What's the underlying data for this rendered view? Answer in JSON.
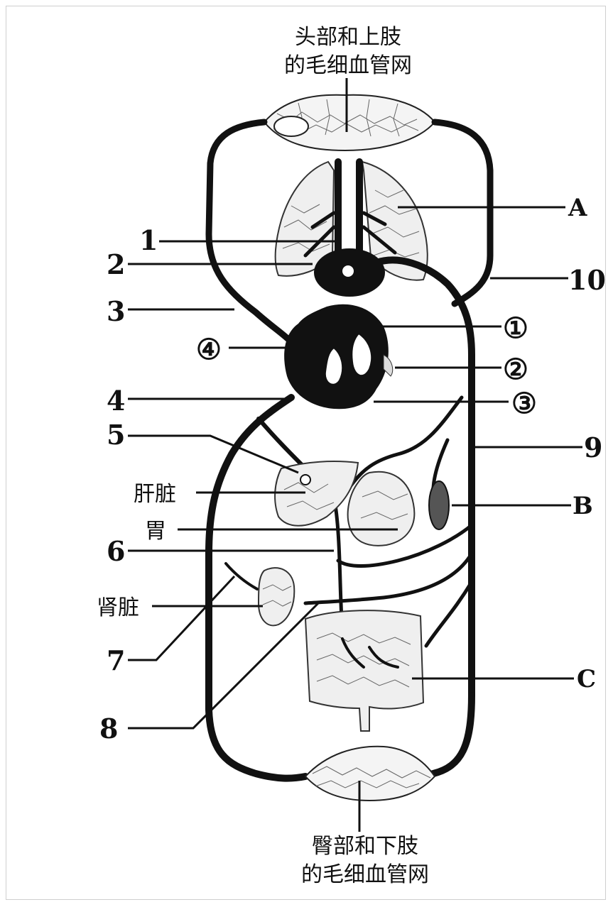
{
  "captions": {
    "top_line1": "头部和上肢",
    "top_line2": "的毛细血管网",
    "bottom_line1": "臀部和下肢",
    "bottom_line2": "的毛细血管网",
    "liver": "肝脏",
    "stomach": "胃",
    "kidney": "肾脏"
  },
  "labels": {
    "A": "A",
    "B": "B",
    "C": "C",
    "n1": "1",
    "n2": "2",
    "n3": "3",
    "n4": "4",
    "n5": "5",
    "n6": "6",
    "n7": "7",
    "n8": "8",
    "n9": "9",
    "n10": "10",
    "c1": "①",
    "c2": "②",
    "c3": "③",
    "c4": "④"
  }
}
